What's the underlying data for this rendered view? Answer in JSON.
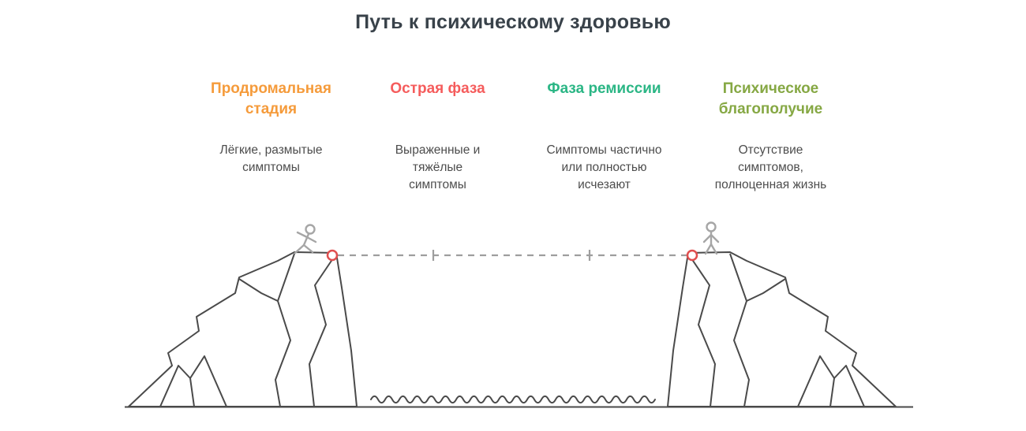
{
  "title": "Путь к психическому здоровью",
  "stages": [
    {
      "label": "Продромальная\nстадия",
      "color": "#F59B3B",
      "description": "Лёгкие, размытые\nсимптомы"
    },
    {
      "label": "Острая фаза",
      "color": "#F55C5C",
      "description": "Выраженные и\nтяжёлые\nсимптомы"
    },
    {
      "label": "Фаза ремиссии",
      "color": "#2BB685",
      "description": "Симптомы частично\nили полностью\nисчезают"
    },
    {
      "label": "Психическое\nблагополучие",
      "color": "#86A844",
      "description": "Отсутствие\nсимптомов,\nполноценная жизнь"
    }
  ],
  "illustration": {
    "anchor_color": "#E04F4F",
    "figure_color": "#A6A6A6",
    "cliff_line_color": "#4A4A4A",
    "rope_line_color": "#9E9E9E"
  }
}
